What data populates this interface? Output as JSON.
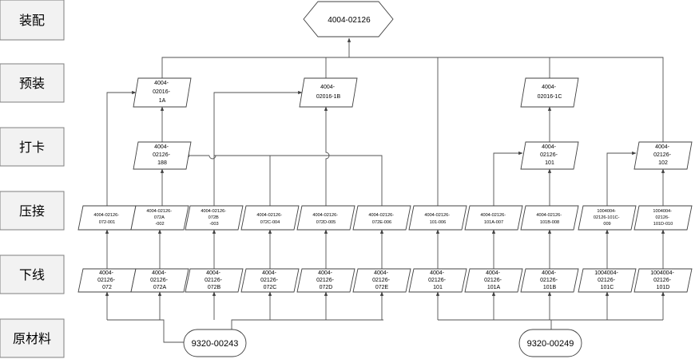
{
  "stages": [
    "装配",
    "预装",
    "打卡",
    "压接",
    "下线",
    "原材料"
  ],
  "nodes": {
    "root": "4004-02126",
    "pre_1a": [
      "4004-",
      "02016-",
      "1A"
    ],
    "pre_1b": [
      "4004-",
      "02016-1B"
    ],
    "pre_1c": [
      "4004-",
      "02016-1C"
    ],
    "clip_188": [
      "4004-",
      "02126-",
      "188"
    ],
    "clip_101": [
      "4004-",
      "02126-",
      "101"
    ],
    "clip_102": [
      "4004-",
      "02126-",
      "102"
    ],
    "crimp_072_001": [
      "4004-02126-",
      "072-001"
    ],
    "crimp_072a_002": [
      "4004-02126-",
      "072A",
      "-002"
    ],
    "crimp_072b_003": [
      "4004-02126-",
      "072B",
      "-003"
    ],
    "crimp_072c_004": [
      "4004-02126-",
      "072C-004"
    ],
    "crimp_072d_005": [
      "4004-02126-",
      "072D-005"
    ],
    "crimp_072e_006": [
      "4004-02126-",
      "072E-006"
    ],
    "crimp_101_006": [
      "4004-02126-",
      "101-006"
    ],
    "crimp_101a_007": [
      "4004-02126-",
      "101A-007"
    ],
    "crimp_101b_008": [
      "4004-02126-",
      "101B-008"
    ],
    "crimp_101c_009": [
      "1004004-",
      "02126-101C-",
      "009"
    ],
    "crimp_101d_010": [
      "1004004-",
      "02126-",
      "101D-010"
    ],
    "cut_072": [
      "4004-",
      "02126-",
      "072"
    ],
    "cut_072a": [
      "4004-",
      "02126-",
      "072A"
    ],
    "cut_072b": [
      "4004-",
      "02126-",
      "072B"
    ],
    "cut_072c": [
      "4004-",
      "02126-",
      "072C"
    ],
    "cut_072d": [
      "4004-",
      "02126-",
      "072D"
    ],
    "cut_072e": [
      "4004-",
      "02126-",
      "072E"
    ],
    "cut_101": [
      "4004-",
      "02126-",
      "101"
    ],
    "cut_101a": [
      "4004-",
      "02126-",
      "101A"
    ],
    "cut_101b": [
      "4004-",
      "02126-",
      "101B"
    ],
    "cut_101c": [
      "1004004-",
      "02126-",
      "101C"
    ],
    "cut_101d": [
      "1004004-",
      "02126-",
      "101D"
    ],
    "raw_a": "9320-00243",
    "raw_b": "9320-00249"
  }
}
